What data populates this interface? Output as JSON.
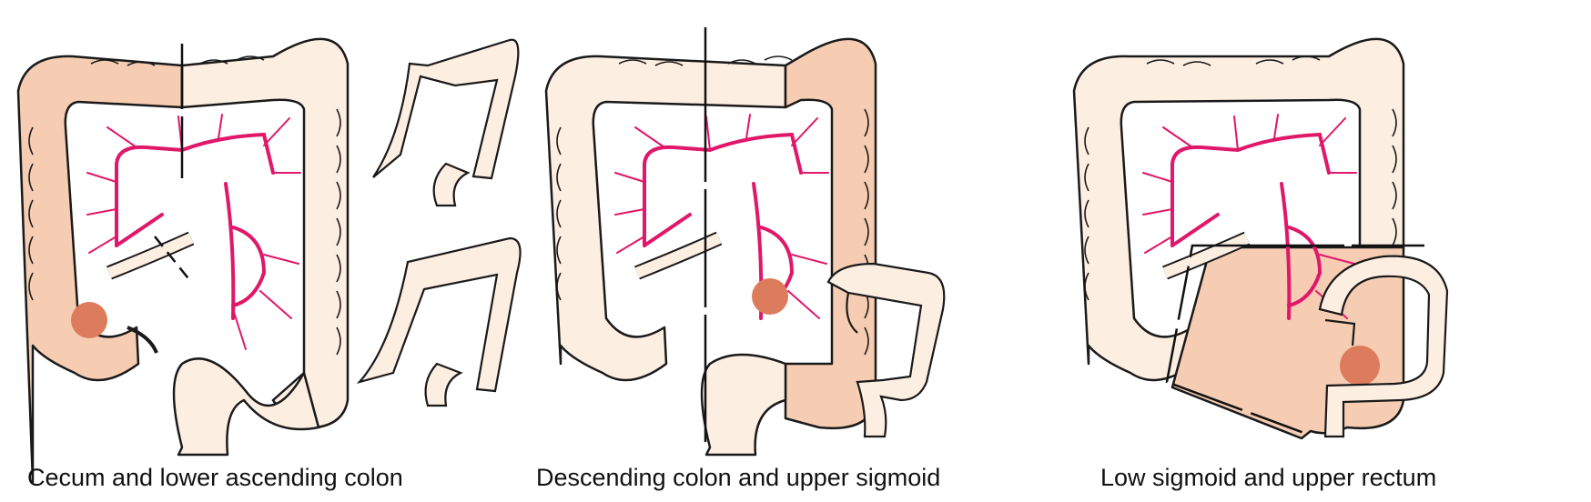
{
  "panels": [
    {
      "caption": "Cecum and lower ascending colon",
      "tumor_location": "cecum"
    },
    {
      "caption": "Descending colon and upper sigmoid",
      "tumor_location": "descending-colon"
    },
    {
      "caption": "Low sigmoid and upper rectum",
      "tumor_location": "low-sigmoid"
    }
  ],
  "colors": {
    "colon_fill": "#fdeee2",
    "resected_fill": "#f6cdb3",
    "outline": "#1a1a1a",
    "vessel": "#e0176a",
    "tumor": "#dd7c5c",
    "cut_line": "#111111"
  }
}
